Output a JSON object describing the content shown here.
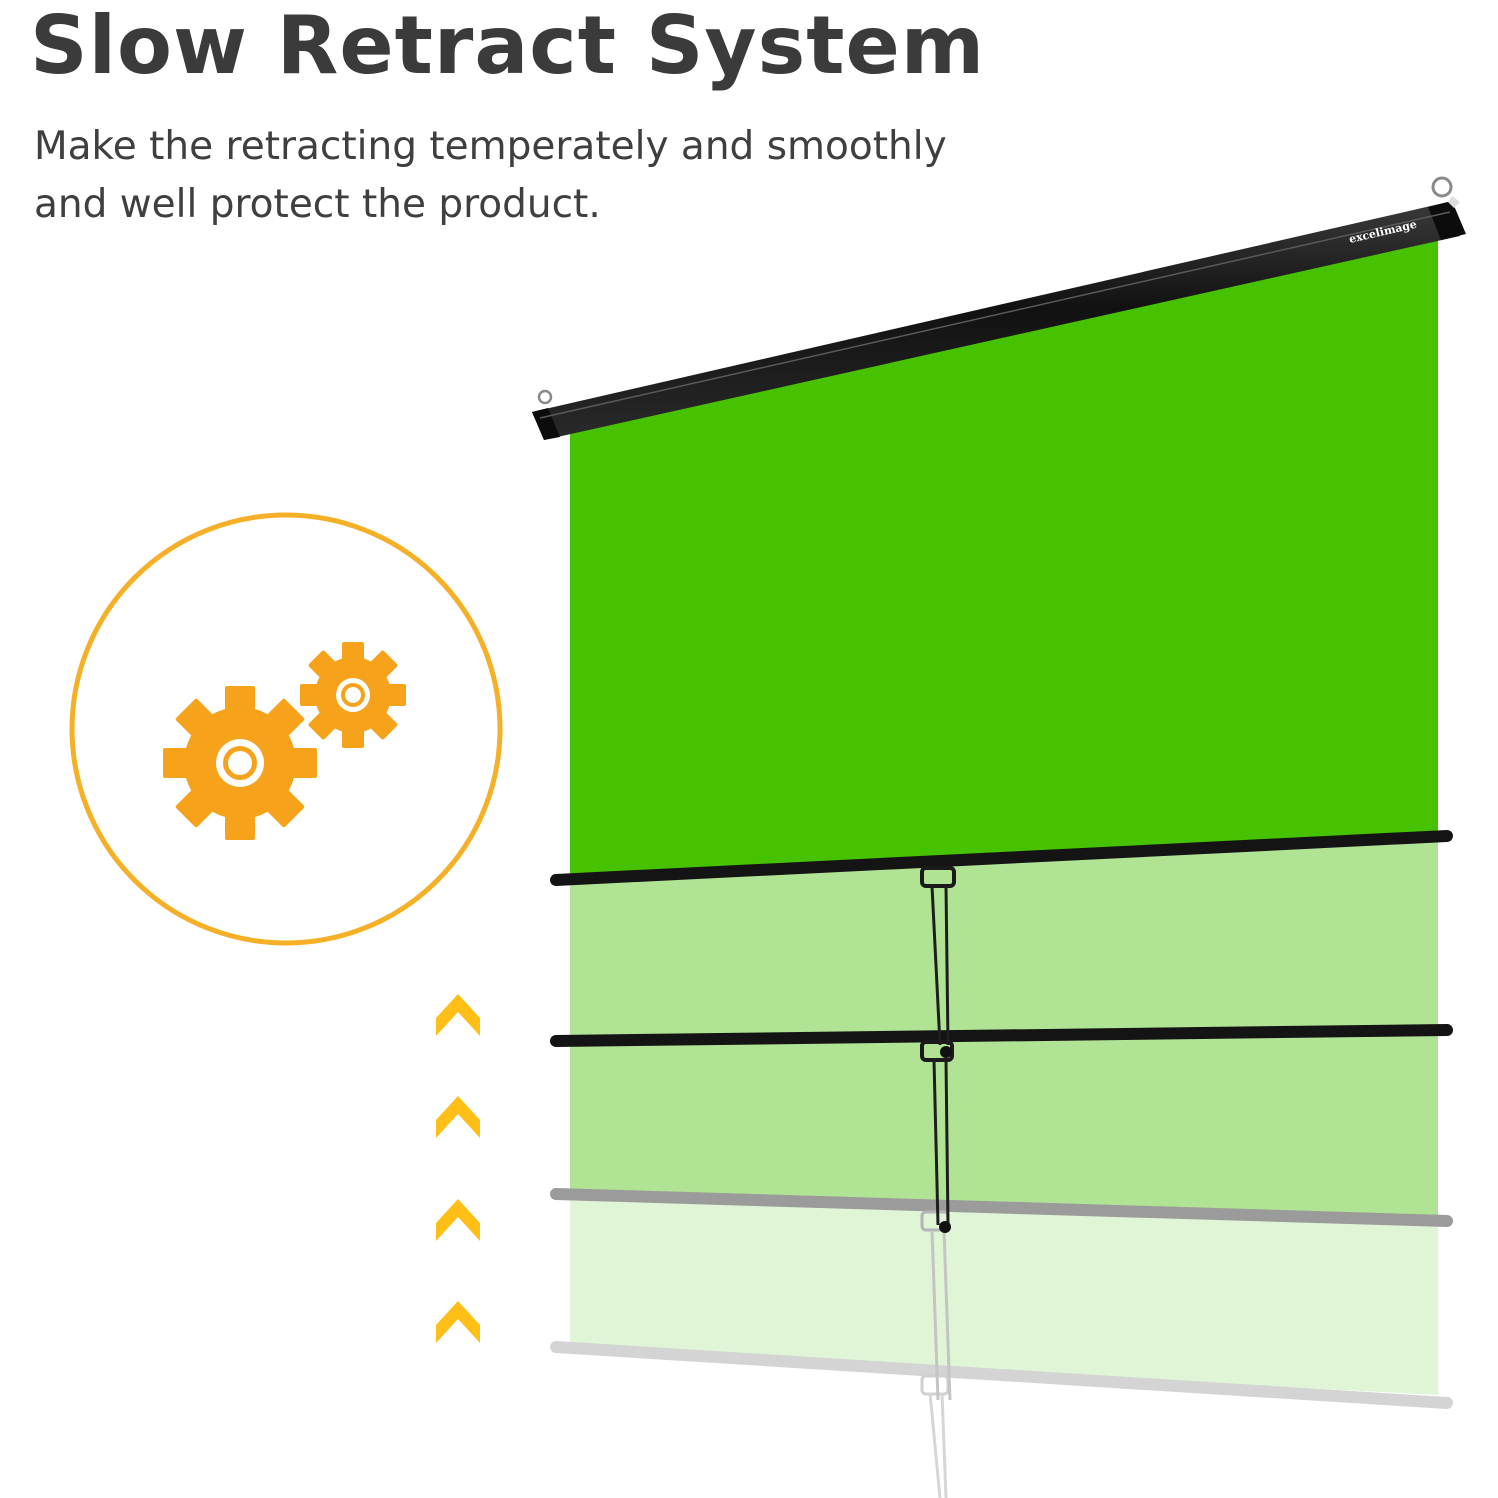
{
  "header": {
    "title": "Slow Retract System",
    "subtitle_line1": "Make the retracting temperately and smoothly",
    "subtitle_line2": "and well protect the product."
  },
  "product": {
    "brand_label": "excelimage"
  },
  "colors": {
    "heading": "#3b3b3b",
    "body_text": "#3f3f3f",
    "accent_orange": "#f7a21b",
    "circle_outline": "#f5b028",
    "arrow_yellow": "#ffbf16",
    "screen_green": "#47c200",
    "screen_green_mid": "#b0e494",
    "screen_green_light": "#e0f5d6",
    "housing": "#1c1c1c"
  },
  "icons": {
    "badge": "gears-icon",
    "direction": "chevron-up-icon"
  },
  "arrows_count": 4
}
